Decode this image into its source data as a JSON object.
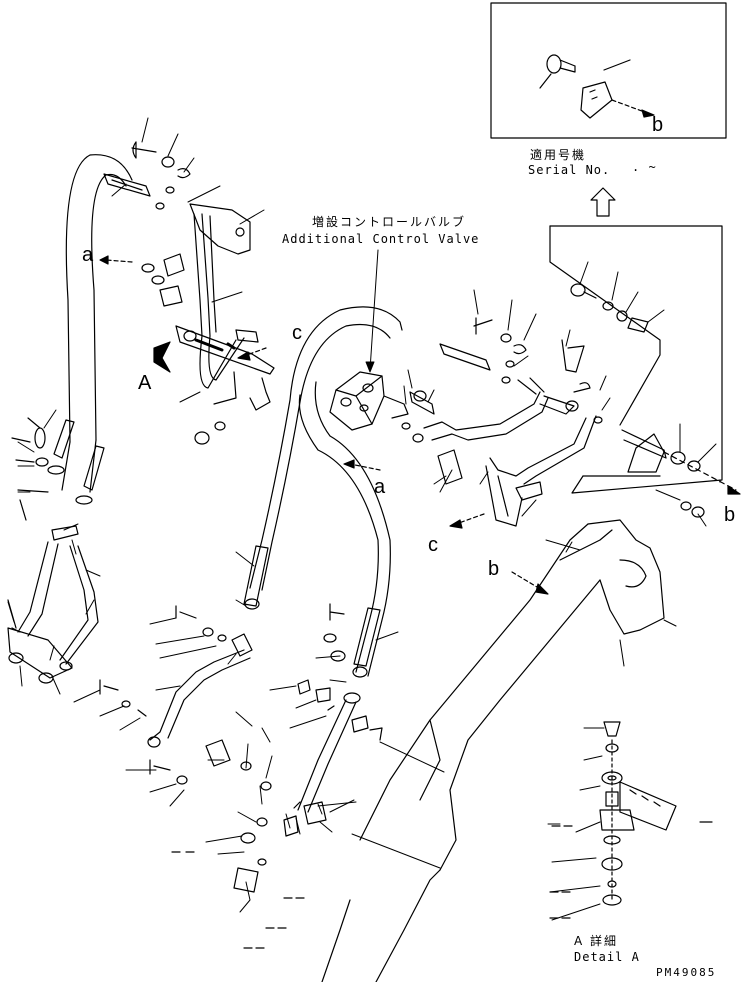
{
  "labels": {
    "a": "a",
    "b": "b",
    "c": "c",
    "A": "A",
    "dash": "-"
  },
  "callouts": {
    "valve_jp": "増設コントロールバルブ",
    "valve_en": "Additional Control Valve",
    "serial_jp": "適用号機",
    "serial_en": "Serial No.",
    "serial_dots": ". ~",
    "detail_jp": "A 詳細",
    "detail_en": "Detail A",
    "drawing_code": "PM49085"
  },
  "colors": {
    "line": "#000000",
    "background": "#ffffff"
  }
}
